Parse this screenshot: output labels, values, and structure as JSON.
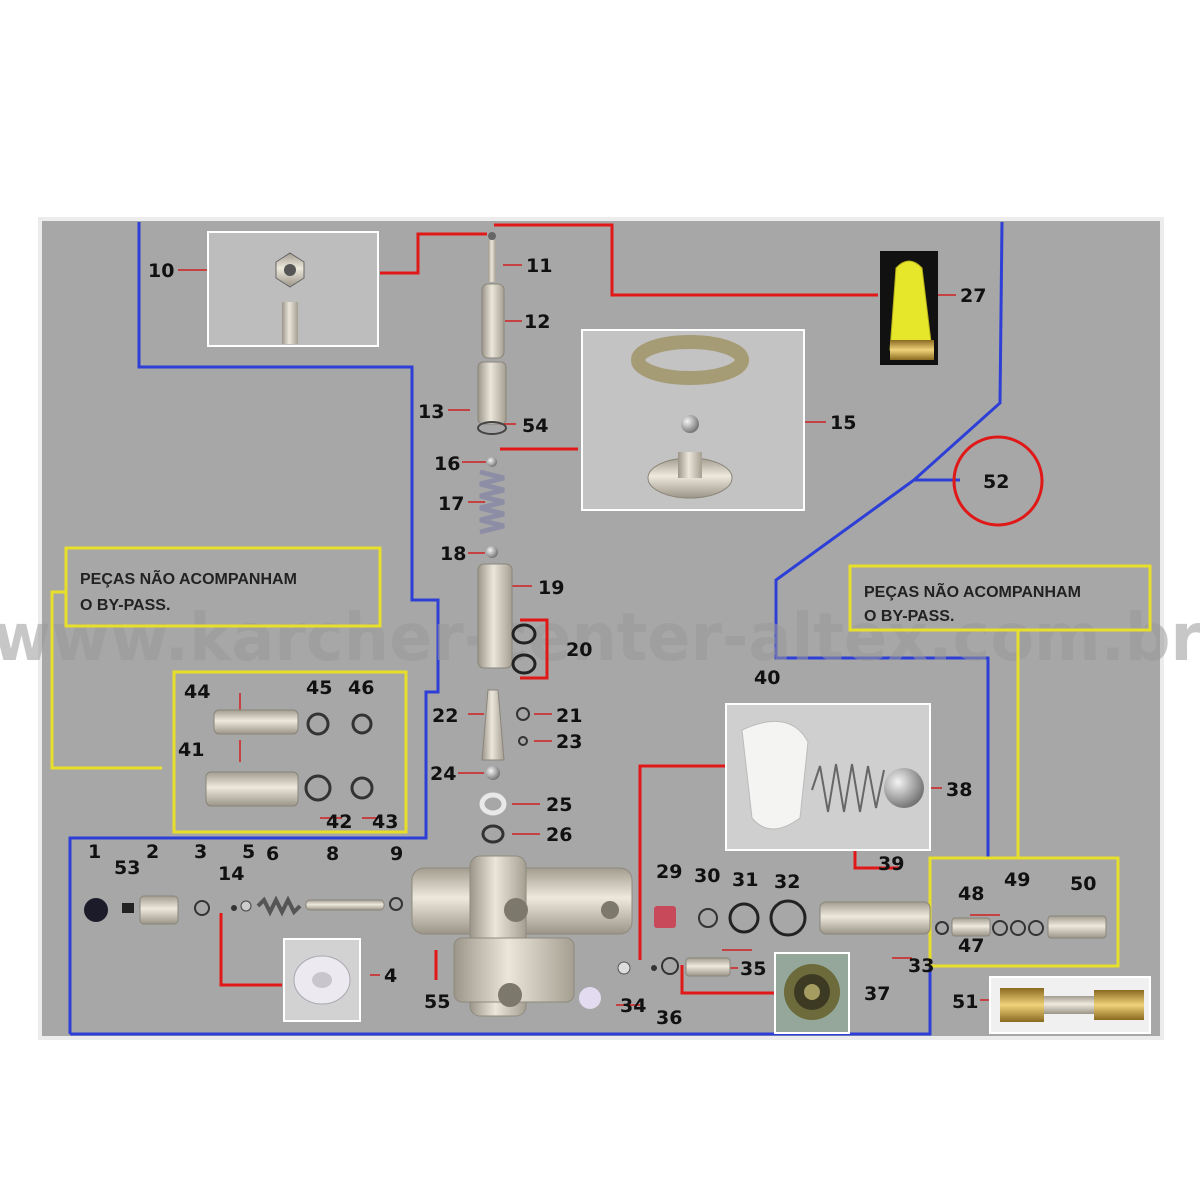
{
  "watermark": "www.karcher-center-altex.com.br",
  "notes": {
    "left": [
      "PEÇAS NÃO ACOMPANHAM",
      "O  BY-PASS."
    ],
    "right": [
      "PEÇAS NÃO ACOMPANHAM",
      "O BY-PASS."
    ]
  },
  "labels": {
    "p1": "1",
    "p2": "2",
    "p3": "3",
    "p4": "4",
    "p5": "5",
    "p6": "6",
    "p8": "8",
    "p9": "9",
    "p10": "10",
    "p11": "11",
    "p12": "12",
    "p13": "13",
    "p14": "14",
    "p15": "15",
    "p16": "16",
    "p17": "17",
    "p18": "18",
    "p19": "19",
    "p20": "20",
    "p21": "21",
    "p22": "22",
    "p23": "23",
    "p24": "24",
    "p25": "25",
    "p26": "26",
    "p27": "27",
    "p29": "29",
    "p30": "30",
    "p31": "31",
    "p32": "32",
    "p33": "33",
    "p34": "34",
    "p35": "35",
    "p36": "36",
    "p37": "37",
    "p38": "38",
    "p39": "39",
    "p40": "40",
    "p41": "41",
    "p42": "42",
    "p43": "43",
    "p44": "44",
    "p45": "45",
    "p46": "46",
    "p47": "47",
    "p48": "48",
    "p49": "49",
    "p50": "50",
    "p51": "51",
    "p52": "52",
    "p53": "53",
    "p54": "54",
    "p55": "55"
  },
  "colors": {
    "board": "#a7a7a7",
    "blue_line": "#2d3fd6",
    "red_line": "#e01818",
    "yellow_box": "#e8df2a",
    "metal": "#cfc9ba",
    "yellow_cap": "#e6e62a"
  }
}
